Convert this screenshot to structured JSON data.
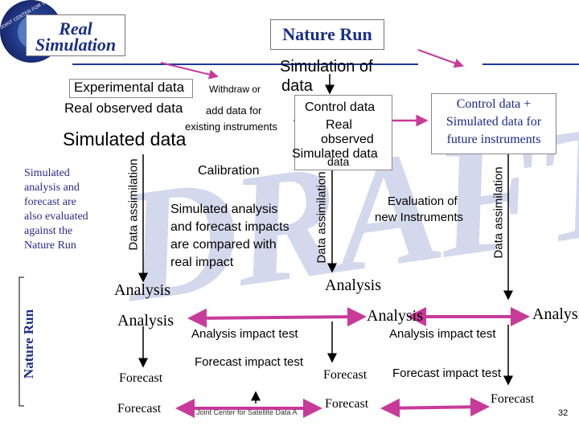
{
  "header": {
    "title_left_line1": "Real",
    "title_left_line2": "Simulation",
    "title_right": "Nature Run",
    "logo_text": "JOINT CENTER FOR SATELLITE DATA ASSIMILATION"
  },
  "watermark": "DRAFT",
  "left_column": {
    "experimental_data": "Experimental data",
    "real_observed_data": "Real observed data",
    "simulated_data": "Simulated data",
    "note": [
      "Simulated",
      "analysis and",
      "forecast are",
      "also evaluated",
      "against the",
      "Nature Run"
    ]
  },
  "middle_column": {
    "simulation_of": "Simulation of",
    "data": "data",
    "withdraw_or": "Withdraw or",
    "add_data_for": "add data for",
    "existing_instruments": "existing instruments",
    "control_data": "Control data",
    "real": "Real",
    "observed": "observed",
    "simulated_data": "Simulated data",
    "data_overlap": "data",
    "calibration": "Calibration",
    "impact_text": [
      "Simulated analysis",
      "and forecast impacts",
      "are compared with",
      "real impact"
    ]
  },
  "right_column": {
    "control_plus": [
      "Control data +",
      "Simulated data for",
      "future instruments"
    ],
    "evaluation": [
      "Evaluation of",
      "new Instruments"
    ]
  },
  "vertical_labels": {
    "data_assimilation_1": "Data assimilation",
    "data_assimilation_2": "Data assimilation",
    "data_assimilation_3": "Data assimilation",
    "nature_run_side": "Nature Run"
  },
  "results": {
    "analysis_1": "Analysis",
    "analysis_2": "Analysis",
    "analysis_3": "Analysis",
    "analysis_4": "Analysis",
    "analysis_5": "Analysis",
    "analysis_impact_test_1": "Analysis impact test",
    "analysis_impact_test_2": "Analysis impact test",
    "forecast_impact_test_1": "Forecast impact test",
    "forecast_impact_test_2": "Forecast impact test",
    "forecast_1": "Forecast",
    "forecast_2": "Forecast",
    "forecast_3": "Forecast",
    "forecast_4": "Forecast",
    "forecast_5": "Forecast"
  },
  "footer": {
    "center_text": "Joint Center for Satellite Data A",
    "page_number": "32"
  },
  "colors": {
    "title_blue": "#1a2f8a",
    "arrow_magenta": "#c83a9a",
    "line_blue": "#1a3a9a",
    "right_text_blue": "#1a2a8a",
    "watermark": "#c9cde6"
  }
}
